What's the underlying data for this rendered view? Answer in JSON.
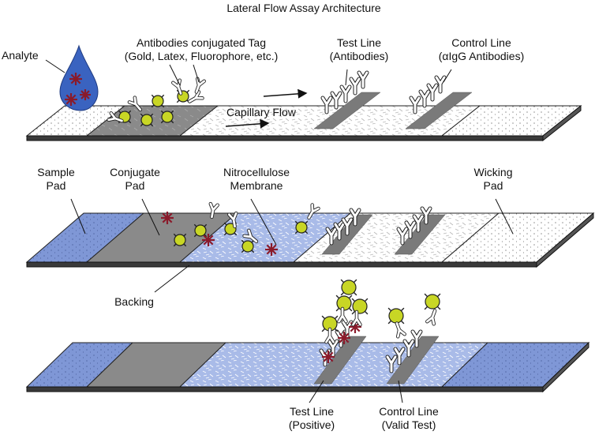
{
  "title": "Lateral Flow Assay Architecture",
  "labels": {
    "analyte": "Analyte",
    "conjugated_tag": [
      "Antibodies conjugated Tag",
      "(Gold, Latex, Fluorophore, etc.)"
    ],
    "test_line_top": [
      "Test Line",
      "(Antibodies)"
    ],
    "control_line_top": [
      "Control Line",
      "(αIgG Antibodies)"
    ],
    "capillary_flow": "Capillary Flow",
    "sample_pad": [
      "Sample",
      "Pad"
    ],
    "conjugate_pad": [
      "Conjugate",
      "Pad"
    ],
    "nitrocellulose": [
      "Nitrocellulose",
      "Membrane"
    ],
    "wicking_pad": [
      "Wicking",
      "Pad"
    ],
    "backing": "Backing",
    "test_line_bottom": [
      "Test Line",
      "(Positive)"
    ],
    "control_line_bottom": [
      "Control Line",
      "(Valid Test)"
    ]
  },
  "colors": {
    "sample_pad_blue": "#7f97d6",
    "membrane_blue": "#a9bbe8",
    "conjugate_gray": "#8a8a8a",
    "line_gray": "#7a7a7a",
    "gold_particle": "#c8d625",
    "analyte_red": "#8a1a2a",
    "drop_blue": "#3a63c0",
    "backing_dark": "#3a3a3a"
  }
}
